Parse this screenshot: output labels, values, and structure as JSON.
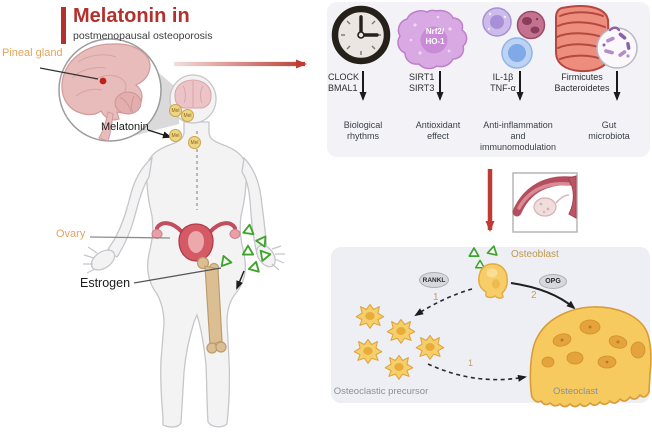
{
  "header": {
    "title": "Melatonin in",
    "subtitle": "postmenopausal osteoporosis"
  },
  "left_figure": {
    "pineal_gland": "Pineal gland",
    "melatonin": "Melatonin",
    "mel_badge": "Mel",
    "ovary": "Ovary",
    "estrogen": "Estrogen"
  },
  "effects_panel": {
    "columns": [
      {
        "icon": "clock-icon",
        "factor_line1": "CLOCK",
        "factor_line2": "BMAL1",
        "outcome": "Biological rhythms"
      },
      {
        "icon": "nrf2-cell-icon",
        "cell_line1": "Nrf2/",
        "cell_line2": "HO-1",
        "factor_line1": "SIRT1",
        "factor_line2": "SIRT3",
        "outcome": "Antioxidant effect"
      },
      {
        "icon": "immune-cells-icon",
        "factor_line1": "IL-1β",
        "factor_line2": "TNF-α",
        "outcome": "Anti-inflammation and immunomodulation"
      },
      {
        "icon": "gut-microbiota-icon",
        "factor_line1": "Firmicutes",
        "factor_line2": "Bacteroidetes",
        "outcome": "Gut microbiota"
      }
    ]
  },
  "remodeling_panel": {
    "osteoblast": "Osteoblast",
    "rankl": "RANKL",
    "opg": "OPG",
    "path1_label": "1",
    "path2_label": "2",
    "differentiation_label": "1",
    "osteoclastic_precursor": "Osteoclastic precursor",
    "osteoclast": "Osteoclast"
  },
  "colors": {
    "accent_red": "#b3312d",
    "label_orange": "#e2a45c",
    "step_gold": "#c2a05e",
    "effects_panel_bg": "#f3f3f7",
    "remodel_panel_bg": "#edeff5",
    "estrogen_green": "#3fa32e",
    "melatonin_yellow": "#eed584",
    "bone_yellow": "#f6cd68"
  }
}
